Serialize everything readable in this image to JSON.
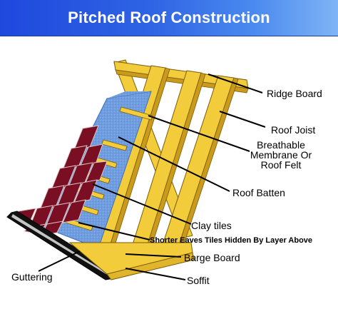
{
  "title": "Pitched Roof Construction",
  "labels": {
    "ridge_board": "Ridge Board",
    "roof_joist": "Roof Joist",
    "membrane_line1": "Breathable",
    "membrane_line2": "Membrane Or",
    "membrane_line3": "Roof Felt",
    "roof_batten": "Roof Batten",
    "clay_tiles": "Clay tiles",
    "eaves_tiles": "Shorter Eaves Tiles Hidden By Layer Above",
    "barge_board": "Barge Board",
    "guttering": "Guttering",
    "soffit": "Soffit"
  },
  "colors": {
    "banner": "#2f64e4",
    "timber": "#f2cc3a",
    "membrane": "#6f9ddf",
    "tiles": "#7a0f24",
    "gutter": "#111111"
  }
}
